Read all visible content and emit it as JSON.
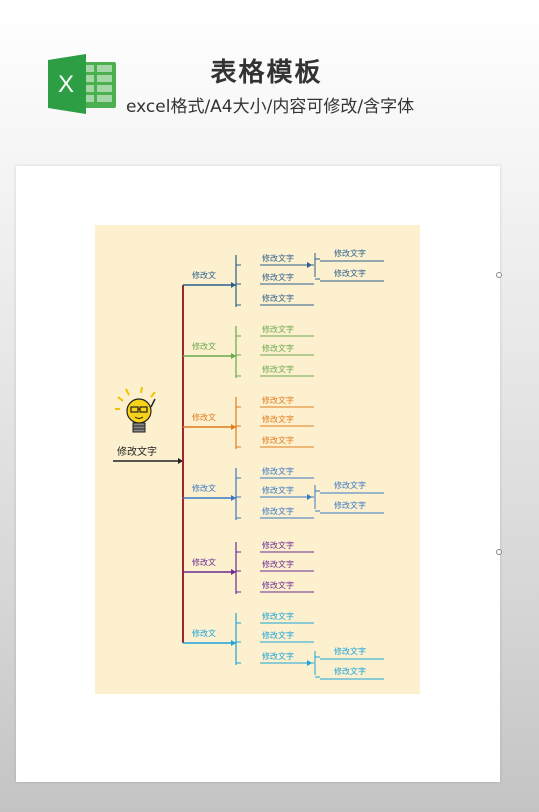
{
  "header": {
    "title": "表格模板",
    "subtitle": "excel格式/A4大小/内容可修改/含字体",
    "icon": "excel-icon",
    "icon_letter": "X",
    "brand_color": "#1f8f3a"
  },
  "mindmap": {
    "background": "#fdf0cf",
    "root_label": "修改文字",
    "root_icon": "lightbulb-icon",
    "branches": [
      {
        "label": "修改文",
        "color": "#2b5f8c",
        "items": [
          "修改文字",
          "修改文字",
          "修改文字"
        ],
        "sub": {
          "from": 0,
          "items": [
            "修改文字",
            "修改文字"
          ]
        }
      },
      {
        "label": "修改文",
        "color": "#6aa84f",
        "items": [
          "修改文字",
          "修改文字",
          "修改文字"
        ]
      },
      {
        "label": "修改文",
        "color": "#e07b1f",
        "items": [
          "修改文字",
          "修改文字",
          "修改文字"
        ]
      },
      {
        "label": "修改文",
        "color": "#3c78c4",
        "items": [
          "修改文字",
          "修改文字",
          "修改文字"
        ],
        "sub": {
          "from": 1,
          "items": [
            "修改文字",
            "修改文字"
          ]
        }
      },
      {
        "label": "修改文",
        "color": "#6a2c91",
        "items": [
          "修改文字",
          "修改文字",
          "修改文字"
        ]
      },
      {
        "label": "修改文",
        "color": "#1ca3d9",
        "items": [
          "修改文字",
          "修改文字",
          "修改文字"
        ],
        "sub": {
          "from": 2,
          "items": [
            "修改文字",
            "修改文字"
          ]
        }
      }
    ],
    "trunk_color": "#a3242a"
  }
}
